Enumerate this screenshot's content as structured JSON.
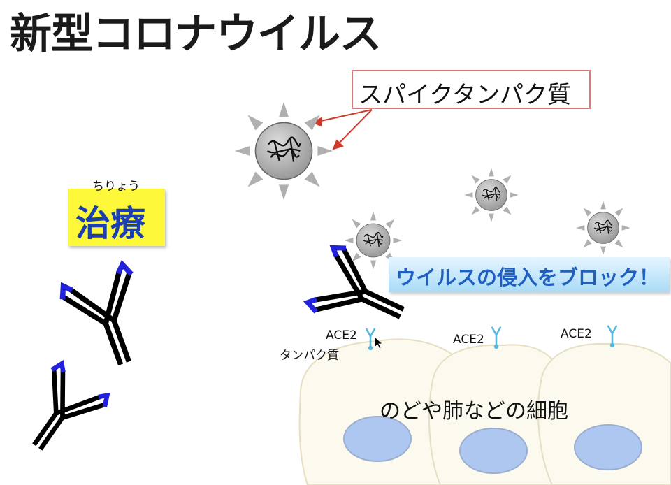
{
  "title": "新型コロナウイルス",
  "spike_protein_label": "スパイクタンパク質",
  "treatment": {
    "furigana": "ちりょう",
    "label": "治療"
  },
  "block_label": "ウイルスの侵入をブロック！",
  "ace2_labels": [
    "ACE2",
    "ACE2",
    "ACE2"
  ],
  "ace2_protein_label": "タンパク質",
  "cells_label": "のどや肺などの細胞",
  "colors": {
    "callout_border": "#d9797a",
    "callout_arrow": "#d03a2a",
    "treatment_bg": "#fdf93a",
    "treatment_text": "#1c3fb0",
    "block_text": "#1e5fc0",
    "antibody_tip": "#2222dd",
    "receptor": "#5ab8dd",
    "cell_fill": "#fcf9ee",
    "nucleus_fill": "#aec7f0",
    "virus_fill": "#bdbdbd"
  },
  "icons": [
    "virus-icon",
    "antibody-icon",
    "ace2-receptor-icon",
    "cell-icon",
    "nucleus-icon",
    "cursor-icon"
  ]
}
